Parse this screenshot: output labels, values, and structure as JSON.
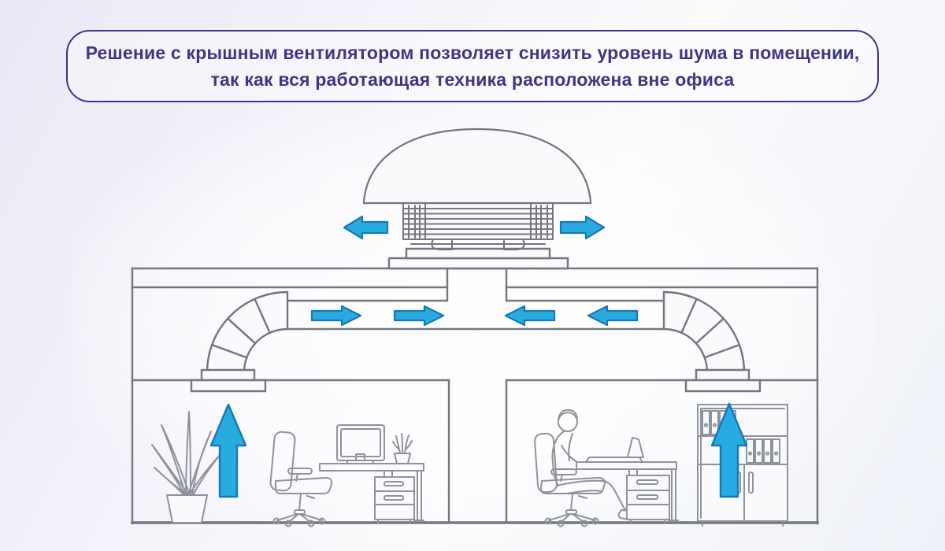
{
  "banner": {
    "text_line1": "Решение с крышным вентилятором позволяет снизить уровень шума в помещении,",
    "text_line2": "так как вся работающая техника расположена вне офиса"
  },
  "colors": {
    "accent": "#3e3683",
    "arrow_fill": "#29abe2",
    "arrow_stroke": "#1478b4",
    "line": "#73767d",
    "line_light": "#8e939b",
    "occlude": "#fafafc"
  },
  "diagram": {
    "name": "roof-fan-ventilation-scheme",
    "elements": {
      "roof_fan": "dome roof fan with louvers on mounting base",
      "exhaust_arrows": "blue arrows out of fan to left and right",
      "duct_arrows": "blue arrows in ceiling duct flowing toward central shaft",
      "room_arrows": "blue arrows rising from each office room to ceiling diffusers",
      "left_room": [
        "potted plant",
        "office chair",
        "desk with monitor and small plant",
        "drawer pedestal"
      ],
      "right_room": [
        "worker at desk with laptop",
        "office chair",
        "drawer pedestal",
        "cabinet with binders"
      ]
    }
  }
}
